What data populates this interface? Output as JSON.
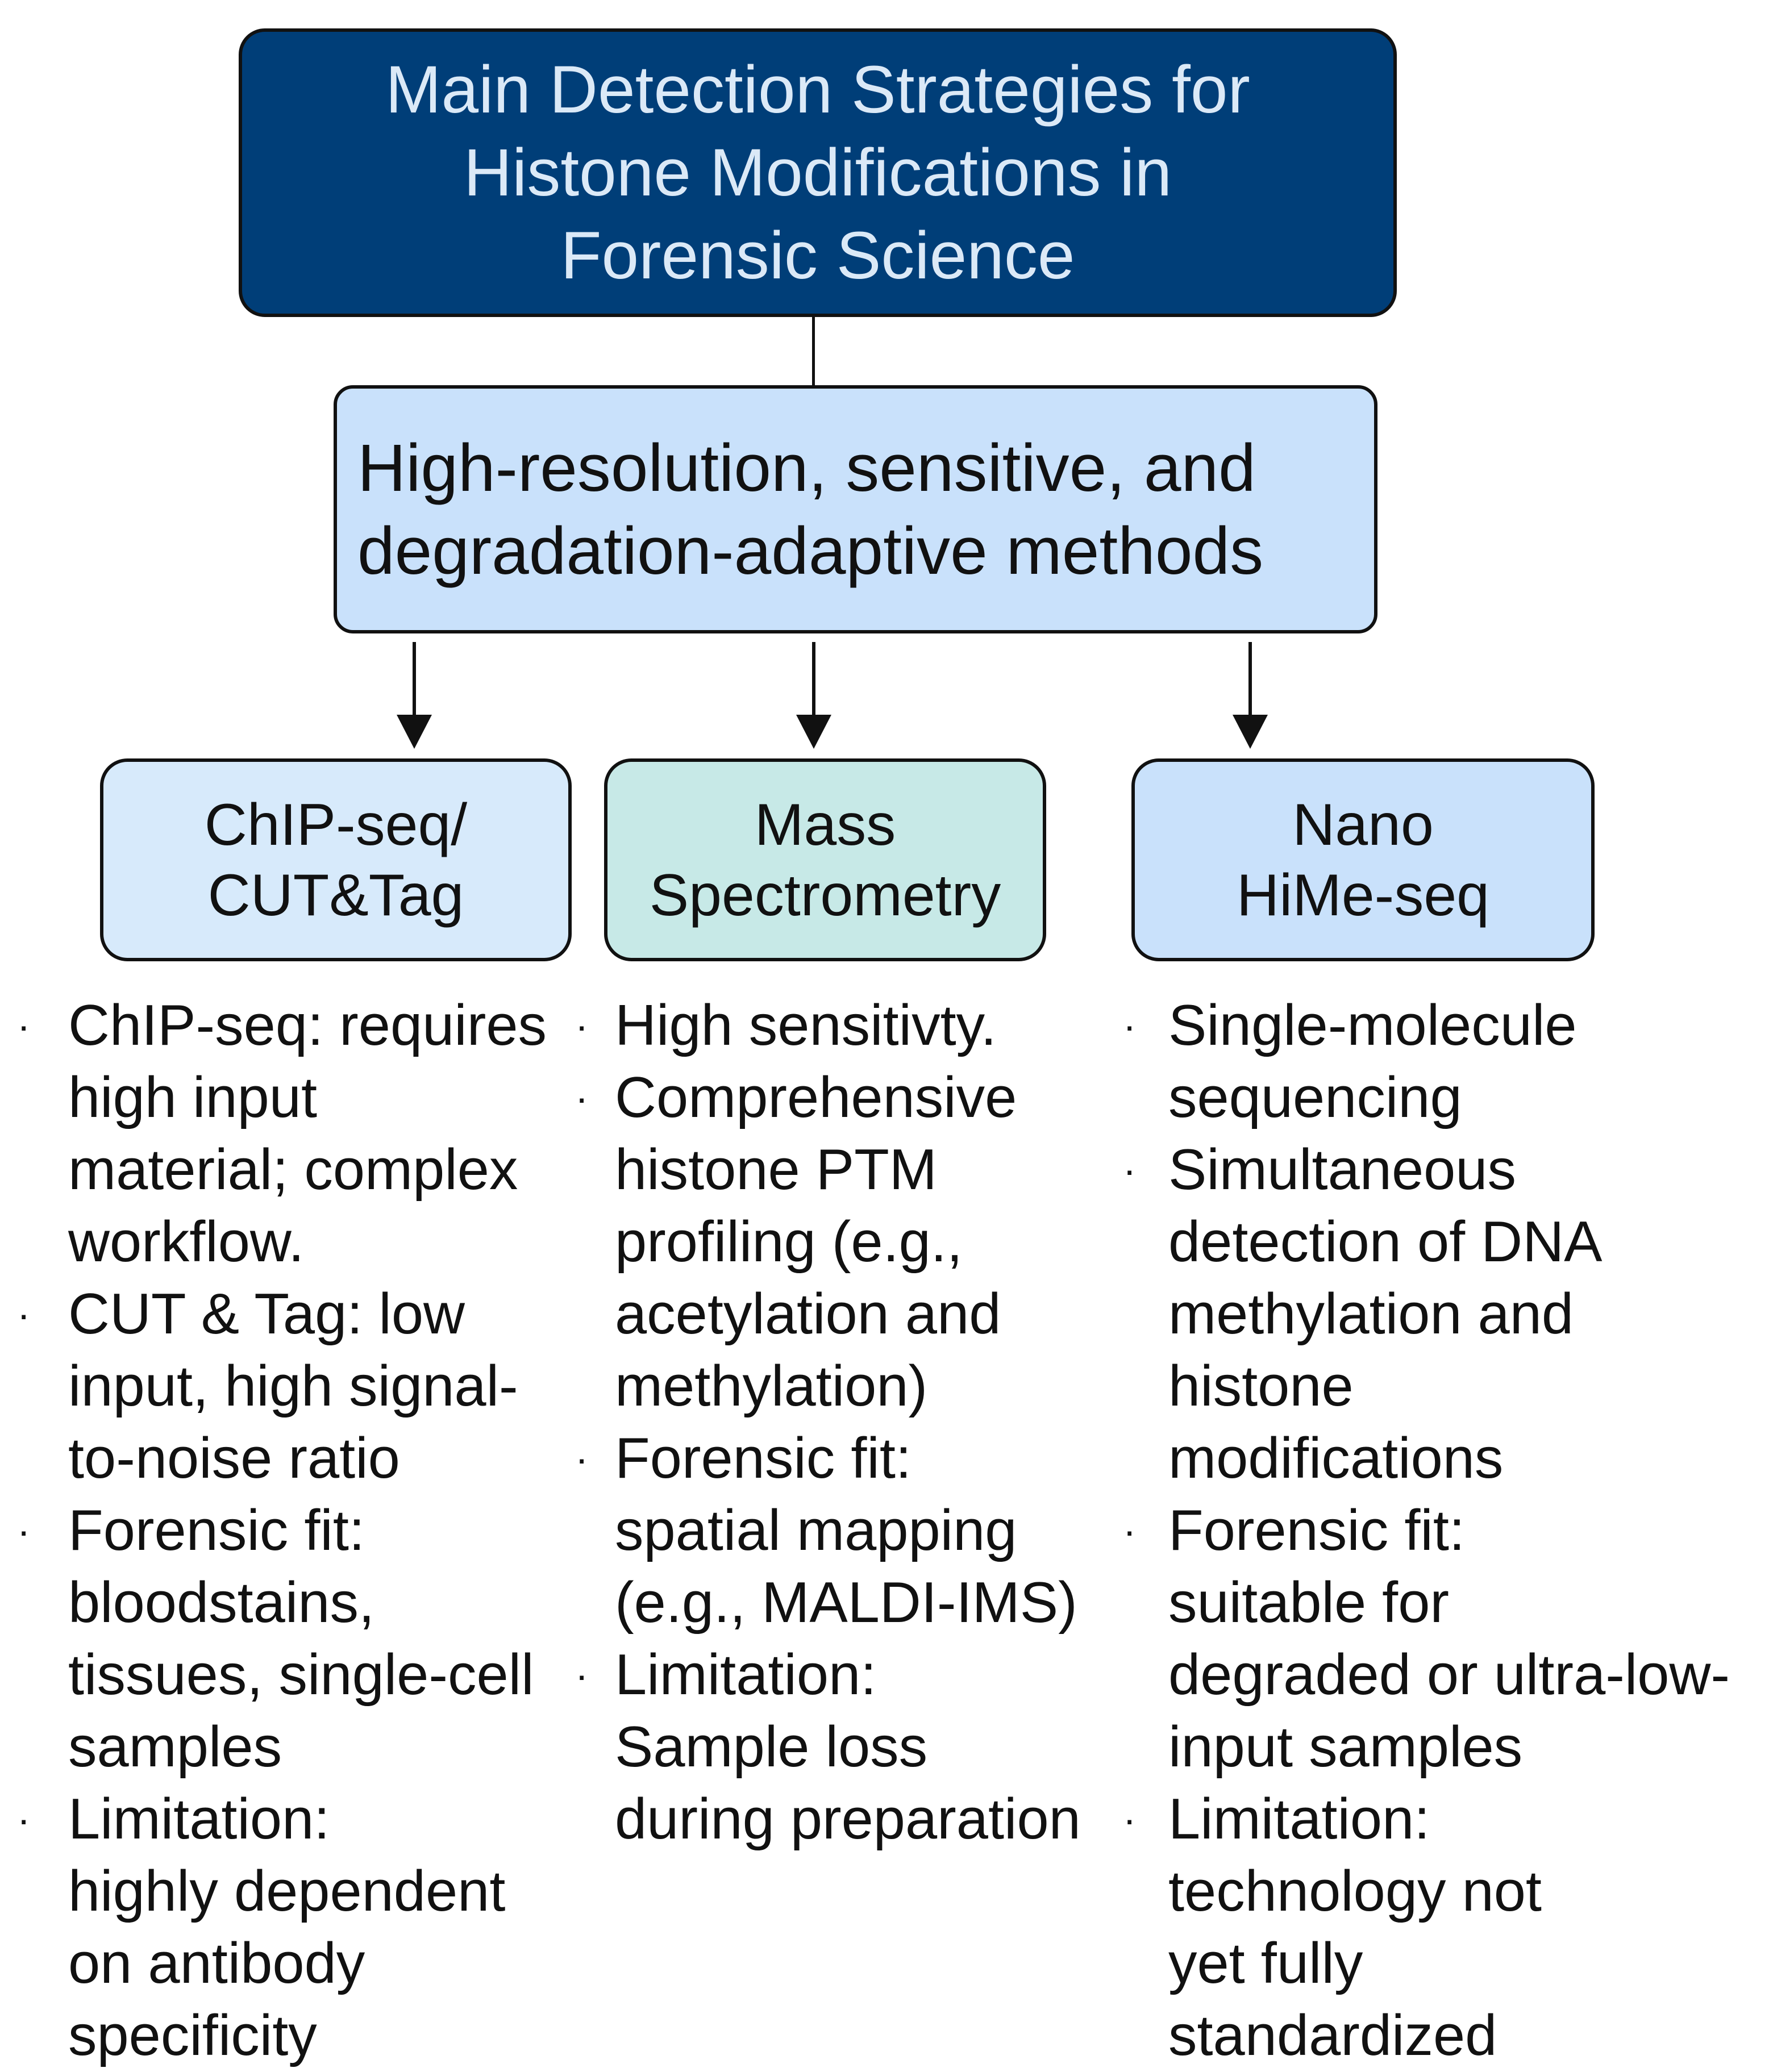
{
  "title": {
    "lines": [
      "Main Detection Strategies for",
      "Histone Modifications in",
      "Forensic Science"
    ]
  },
  "subtitle": {
    "lines": [
      "High-resolution, sensitive, and",
      "degradation-adaptive methods"
    ]
  },
  "methods": [
    {
      "name_lines": [
        "ChIP-seq/",
        "CUT&Tag"
      ],
      "bullets": [
        {
          "lines": [
            "ChIP-seq: requires",
            "high input",
            "material; complex",
            "workflow."
          ]
        },
        {
          "lines": [
            "CUT & Tag: low",
            "input, high signal-",
            "to-noise ratio"
          ]
        },
        {
          "lines": [
            "Forensic fit:",
            "bloodstains,",
            "tissues, single-cell",
            "samples"
          ]
        },
        {
          "lines": [
            "Limitation:",
            "highly dependent",
            "on antibody",
            "specificity"
          ]
        }
      ]
    },
    {
      "name_lines": [
        "Mass",
        "Spectrometry"
      ],
      "bullets": [
        {
          "lines": [
            "High sensitivty."
          ]
        },
        {
          "lines": [
            "Comprehensive",
            "histone PTM",
            "profiling (e.g.,",
            "acetylation and",
            "methylation)"
          ]
        },
        {
          "lines": [
            "Forensic fit:",
            "spatial mapping",
            "(e.g., MALDI-IMS)"
          ]
        },
        {
          "lines": [
            "Limitation:",
            "Sample loss",
            "during preparation"
          ]
        }
      ]
    },
    {
      "name_lines": [
        "Nano",
        "HiMe-seq"
      ],
      "bullets": [
        {
          "lines": [
            "Single-molecule",
            "sequencing"
          ]
        },
        {
          "lines": [
            "Simultaneous",
            "detection of DNA",
            "methylation and",
            "histone",
            "modifications"
          ]
        },
        {
          "lines": [
            "Forensic fit:",
            "suitable for",
            "degraded or ultra-low-",
            "input samples"
          ]
        },
        {
          "lines": [
            "Limitation:",
            "technology not",
            "yet fully",
            "standardized"
          ]
        }
      ]
    }
  ],
  "bullet_char": "·",
  "colors": {
    "title_fill": "#003e78",
    "title_text": "#dbe9f7",
    "subtitle_fill": "#c9e1fb",
    "method_fills": [
      "#d7eafb",
      "#c7e9e7",
      "#c9e1fb"
    ],
    "stroke": "#111111"
  }
}
